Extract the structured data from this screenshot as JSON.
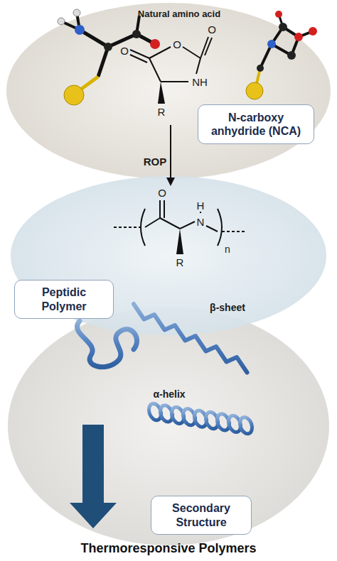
{
  "diagram": {
    "caption": "Thermoresponsive Polymers",
    "nodes": [
      {
        "text": [
          "N-carboxy anhydride (NCA)"
        ]
      },
      {
        "text": [
          "Peptidic Polymer"
        ]
      },
      {
        "text": [
          "Secondary Structure"
        ]
      }
    ],
    "labels": [
      "Natural amino acid",
      "O",
      "O",
      "O",
      "NH",
      "R",
      "ROP",
      "O",
      "H",
      "N",
      "R",
      "n",
      "Coil",
      "β-sheet",
      "α-helix"
    ]
  }
}
